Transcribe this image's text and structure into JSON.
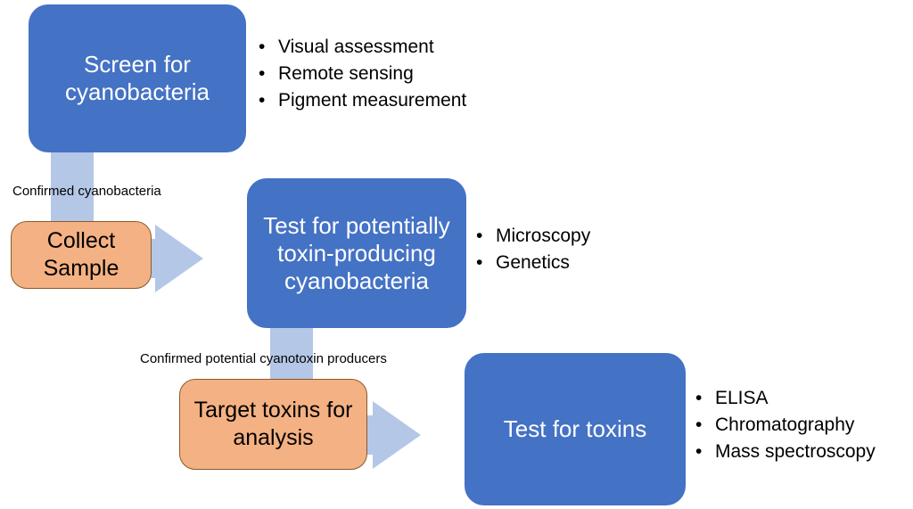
{
  "colors": {
    "box_primary": "#4472c4",
    "box_secondary": "#f4b183",
    "connector": "#b4c7e7"
  },
  "steps": [
    {
      "title": "Screen for cyanobacteria",
      "bullets": [
        "Visual assessment",
        "Remote sensing",
        "Pigment measurement"
      ]
    },
    {
      "title": "Test for potentially toxin-producing cyanobacteria",
      "bullets": [
        "Microscopy",
        "Genetics"
      ]
    },
    {
      "title": "Test for toxins",
      "bullets": [
        "ELISA",
        "Chromatography",
        "Mass spectroscopy"
      ]
    }
  ],
  "actions": [
    {
      "label": "Collect Sample"
    },
    {
      "label": "Target toxins for analysis"
    }
  ],
  "transitions": [
    {
      "label": "Confirmed cyanobacteria"
    },
    {
      "label": "Confirmed potential cyanotoxin producers"
    }
  ]
}
